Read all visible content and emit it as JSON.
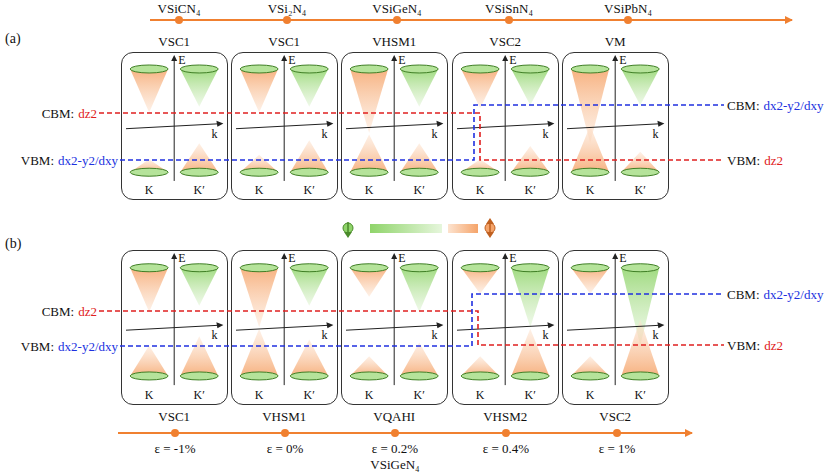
{
  "diagram": {
    "nodes": [
      {
        "text": [
          "VSC1",
          "E",
          "k",
          "K",
          "K′"
        ]
      },
      {
        "text": [
          "VSC1",
          "E",
          "k",
          "K",
          "K′"
        ]
      },
      {
        "text": [
          "VHSM1",
          "E",
          "k",
          "K",
          "K′"
        ]
      },
      {
        "text": [
          "VSC2",
          "E",
          "k",
          "K",
          "K′"
        ]
      },
      {
        "text": [
          "VM",
          "E",
          "k",
          "K",
          "K′"
        ]
      },
      {
        "text": [
          "VSC1",
          "E",
          "k",
          "K",
          "K′"
        ]
      },
      {
        "text": [
          "VHSM1",
          "E",
          "k",
          "K",
          "K′"
        ]
      },
      {
        "text": [
          "VQAHI",
          "E",
          "k",
          "K",
          "K′"
        ]
      },
      {
        "text": [
          "VHSM2",
          "E",
          "k",
          "K",
          "K′"
        ]
      },
      {
        "text": [
          "VSC2",
          "E",
          "k",
          "K",
          "K′"
        ]
      }
    ],
    "labels": [
      "(a)",
      "(b)",
      "VSiCN₄",
      "VSi₂N₄",
      "VSiGeN₄",
      "VSiSnN₄",
      "VSiPbN₄",
      "CBM:",
      "dz2",
      "VBM:",
      "dx2-y2/dxy",
      "CBM:",
      "dx2-y2/dxy",
      "VBM:",
      "dz2",
      "CBM:",
      "dz2",
      "VBM:",
      "dx2-y2/dxy",
      "CBM:",
      "dx2-y2/dxy",
      "VBM:",
      "dz2",
      "ε = -1%",
      "ε = 0%",
      "ε = 0.2%",
      "ε = 0.4%",
      "ε = 1%",
      "VSiGeN₄"
    ]
  }
}
